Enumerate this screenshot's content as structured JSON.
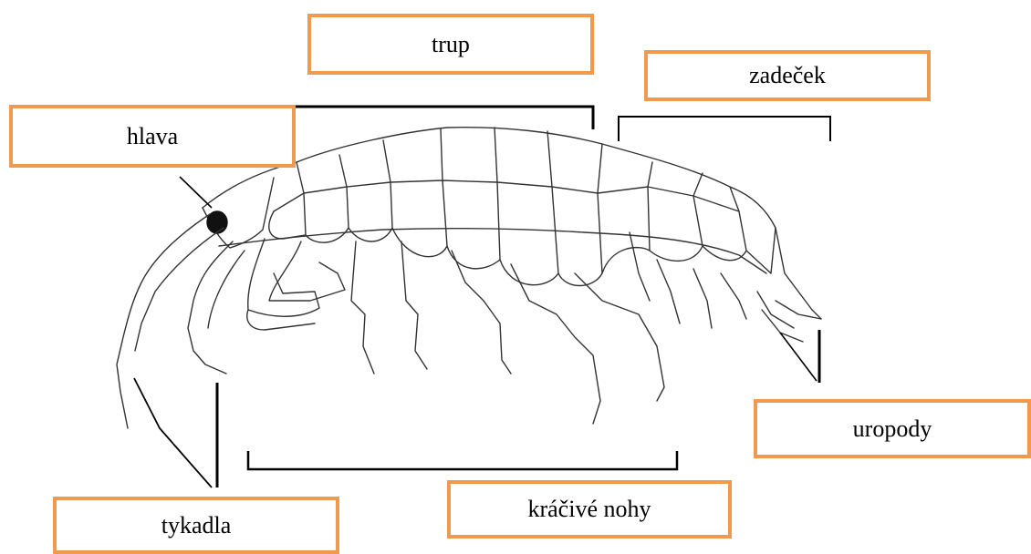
{
  "labels": {
    "trup": "trup",
    "zadecek": "zadeček",
    "hlava": "hlava",
    "uropody": "uropody",
    "krocive_nohy": "kráčivé nohy",
    "tykadla": "tykadla"
  },
  "colors": {
    "box_border": "#f09a4f",
    "line": "#000000",
    "drawing": "#333333"
  }
}
